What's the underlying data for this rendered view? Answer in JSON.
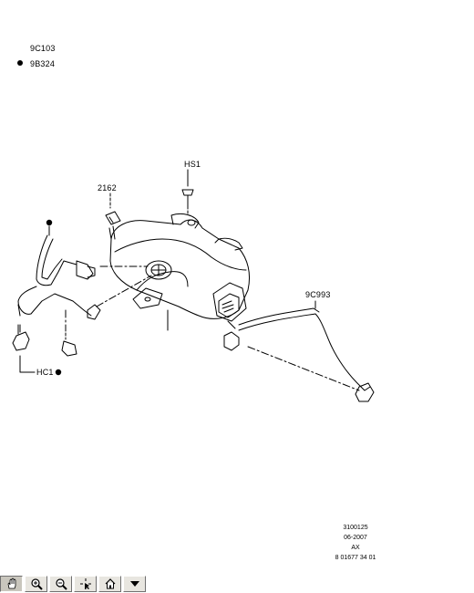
{
  "legend": {
    "part_a": "9C103",
    "part_b": "9B324"
  },
  "callouts": {
    "hs1": "HS1",
    "p2162": "2162",
    "p9c993": "9C993",
    "hc1": "HC1"
  },
  "meta": {
    "line1": "3100125",
    "line2": "06-2007",
    "line3": "AX",
    "line4": "8 01677 34 01"
  },
  "toolbar": {
    "buttons": [
      {
        "icon": "pan-hand-icon",
        "active": true
      },
      {
        "icon": "zoom-in-icon",
        "active": false
      },
      {
        "icon": "zoom-out-icon",
        "active": false
      },
      {
        "icon": "select-cursor-icon",
        "active": false
      },
      {
        "icon": "home-icon",
        "active": false
      },
      {
        "icon": "dropdown-arrow-icon",
        "active": false
      }
    ]
  }
}
